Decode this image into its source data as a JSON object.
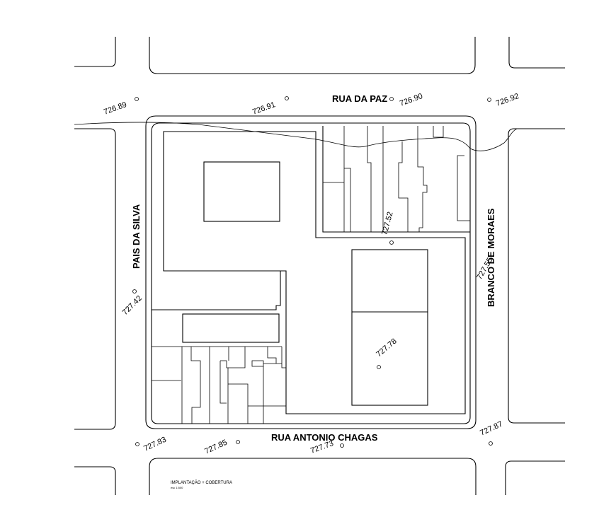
{
  "streets": {
    "north": "RUA DA PAZ",
    "south": "RUA ANTONIO CHAGAS",
    "west": "PAIS DA SILVA",
    "east": "BRANCO DE MORAES"
  },
  "elevations": {
    "nw": "726.89",
    "n1": "726.91",
    "n2": "726.90",
    "ne": "726.92",
    "center": "727.52",
    "east": "727.55",
    "west": "727.42",
    "lot": "727.78",
    "sw": "727.83",
    "s1": "727.85",
    "s2": "727.73",
    "se": "727.87"
  },
  "title_block": {
    "title": "IMPLANTAÇÃO + COBERTURA",
    "scale": "esc 1:500"
  }
}
